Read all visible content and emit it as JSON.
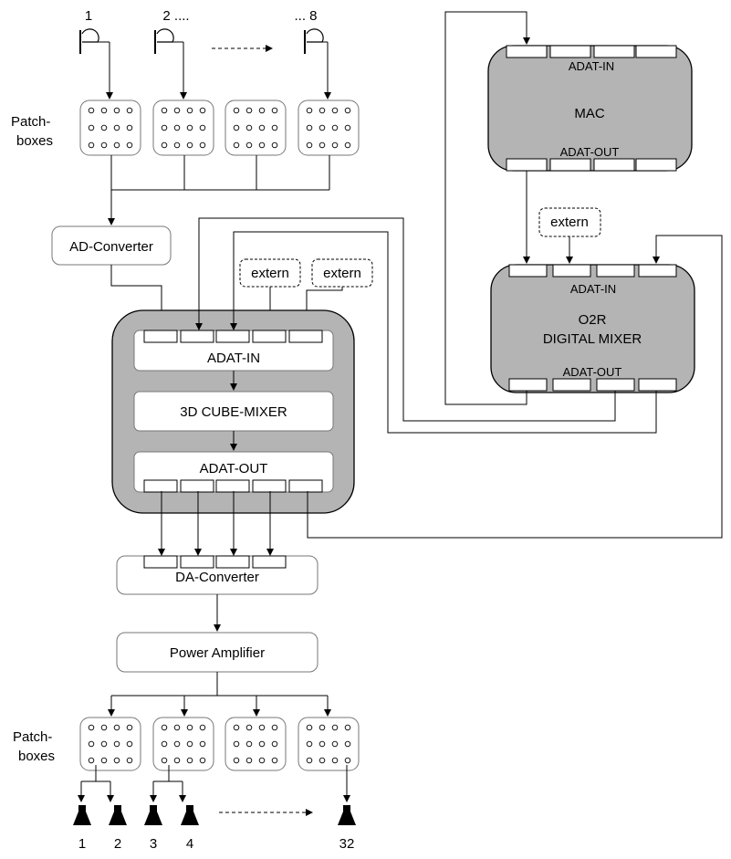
{
  "top": {
    "mic_labels": [
      "1",
      "2 ....",
      "... 8"
    ],
    "patch_label": "Patch-\nboxes"
  },
  "converters": {
    "ad": "AD-Converter",
    "da": "DA-Converter",
    "amp": "Power Amplifier"
  },
  "extern": {
    "label": "extern"
  },
  "cube": {
    "adat_in": "ADAT-IN",
    "mixer": "3D CUBE-MIXER",
    "adat_out": "ADAT-OUT"
  },
  "mac": {
    "title": "MAC",
    "adat_in": "ADAT-IN",
    "adat_out": "ADAT-OUT"
  },
  "o2r": {
    "title_line1": "O2R",
    "title_line2": "DIGITAL MIXER",
    "adat_in": "ADAT-IN",
    "adat_out": "ADAT-OUT"
  },
  "bottom": {
    "patch_label": "Patch-\nboxes",
    "speaker_labels": [
      "1",
      "2",
      "3",
      "4",
      "32"
    ]
  }
}
